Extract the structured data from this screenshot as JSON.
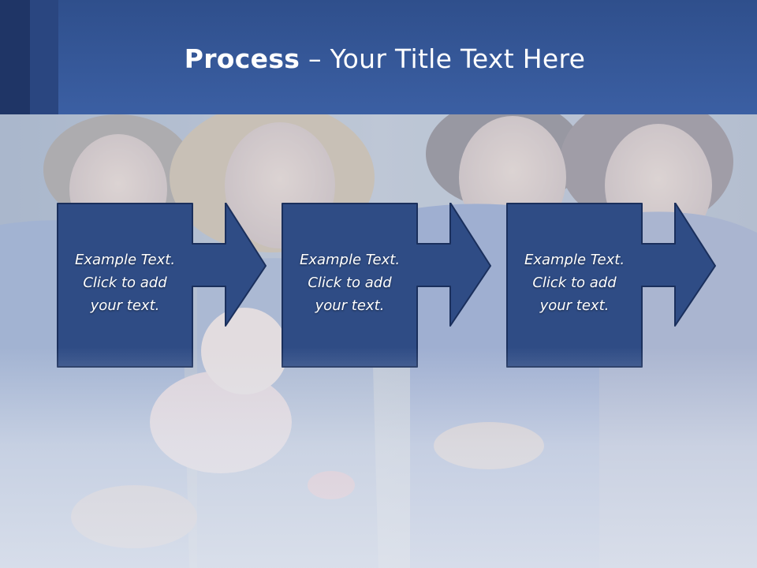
{
  "slide": {
    "title_bold": "Process",
    "title_rest": " – Your Title Text Here"
  },
  "colors": {
    "header": "#3b5fa3",
    "header_dark": "#1f3566",
    "box_fill": "#2f4c85",
    "box_border": "#1a2f5c",
    "text": "#ffffff"
  },
  "steps": [
    {
      "line1": "Example Text.",
      "line2": "Click  to add",
      "line3": "your text."
    },
    {
      "line1": "Example Text.",
      "line2": "Click  to add",
      "line3": "your text."
    },
    {
      "line1": "Example Text.",
      "line2": "Click  to add",
      "line3": "your text."
    }
  ],
  "icons": {
    "step_arrow": "right-arrow-icon"
  }
}
